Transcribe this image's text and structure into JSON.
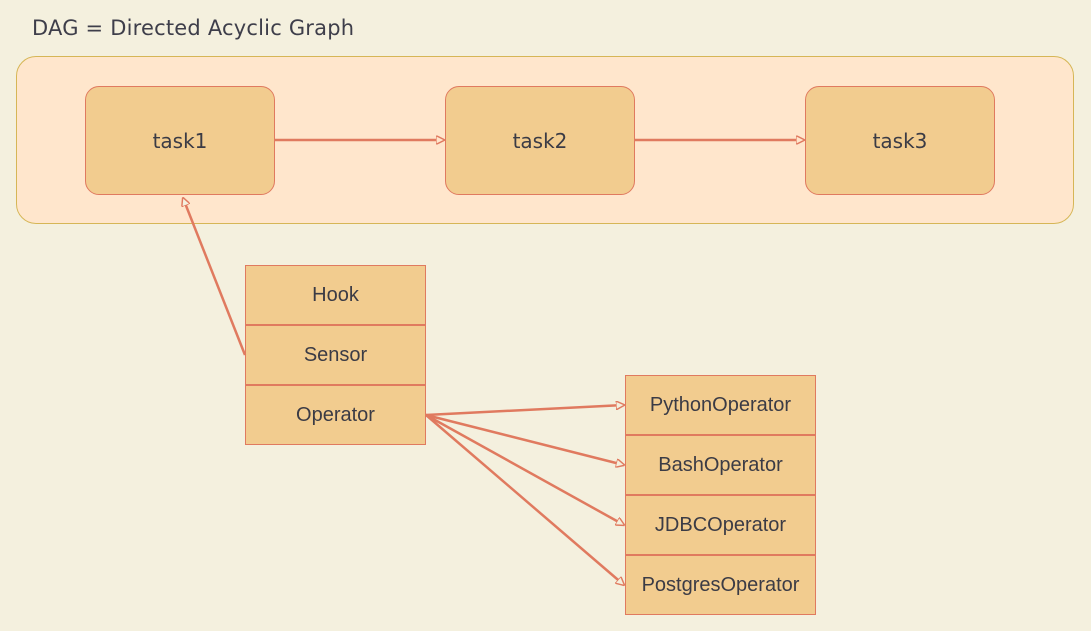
{
  "title": "DAG = Directed Acyclic Graph",
  "tasks": [
    "task1",
    "task2",
    "task3"
  ],
  "components": [
    "Hook",
    "Sensor",
    "Operator"
  ],
  "operators": [
    "PythonOperator",
    "BashOperator",
    "JDBCOperator",
    "PostgresOperator"
  ],
  "colors": {
    "background": "#f4f0de",
    "dag_fill": "#ffe6cc",
    "dag_border": "#d6b656",
    "node_fill": "#f2cc8f",
    "edge": "#e07a5f",
    "text": "#3b3b45"
  }
}
